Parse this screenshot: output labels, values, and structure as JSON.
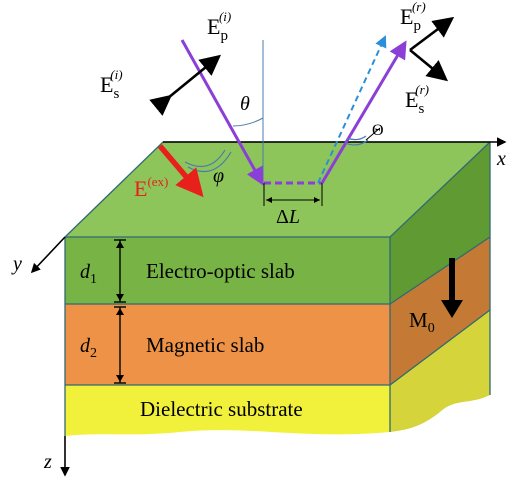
{
  "figure": {
    "layers": {
      "electro_optic": "Electro-optic slab",
      "magnetic": "Magnetic slab",
      "substrate": "Dielectric substrate"
    },
    "thickness": {
      "d1": {
        "base": "d",
        "sub": "1"
      },
      "d2": {
        "base": "d",
        "sub": "2"
      }
    },
    "axes": {
      "x": "x",
      "y": "y",
      "z": "z"
    },
    "angles": {
      "theta": "θ",
      "phi": "φ",
      "Theta": "Θ"
    },
    "shift": {
      "delta": "Δ",
      "L": "L"
    },
    "magnetization": {
      "base": "M",
      "sub": "0"
    },
    "fields": {
      "Ep_incident": {
        "base": "E",
        "sub": "p",
        "sup": "(i)"
      },
      "Es_incident": {
        "base": "E",
        "sub": "s",
        "sup": "(i)"
      },
      "Ep_reflected": {
        "base": "E",
        "sub": "p",
        "sup": "(r)"
      },
      "Es_reflected": {
        "base": "E",
        "sub": "s",
        "sup": "(r)"
      },
      "E_external": {
        "base": "E",
        "sup": "(ex)"
      }
    },
    "colors": {
      "top_face": "#8dc55a",
      "electro_optic": "#77b345",
      "electro_optic_side": "#5f9a33",
      "magnetic": "#ee9248",
      "magnetic_side": "#c47a34",
      "substrate": "#f1f13c",
      "substrate_side": "#d5d43a",
      "beam": "#8b3fd6",
      "reflected_dashed": "#2a8fd8",
      "external_field": "#e8201b"
    }
  }
}
